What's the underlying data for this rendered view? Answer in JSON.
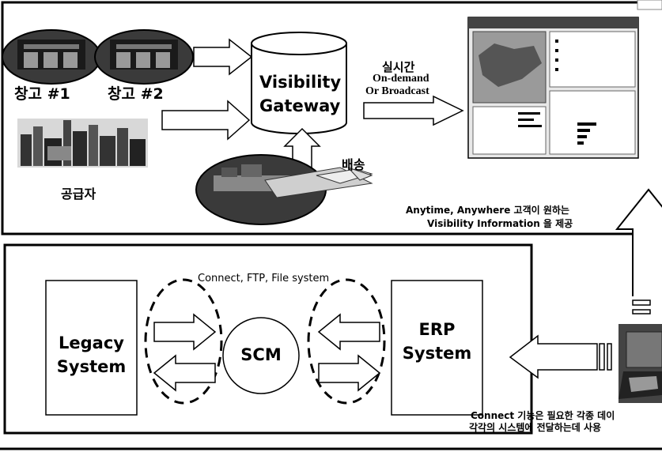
{
  "top_panel": {
    "warehouse_1": "창고 #1",
    "warehouse_2": "창고 #2",
    "supplier": "공급자",
    "gateway_line1": "Visibility",
    "gateway_line2": "Gateway",
    "realtime": "실시간",
    "on_demand": "On-demand",
    "or_broadcast": "Or Broadcast",
    "delivery": "배송",
    "caption_line1": "Anytime, Anywhere  고객이 원하는",
    "caption_line2": "Visibility Information 을 제공"
  },
  "bottom_panel": {
    "protocols": "Connect, FTP, File system",
    "legacy_line1": "Legacy",
    "legacy_line2": "System",
    "scm": "SCM",
    "erp_line1": "ERP",
    "erp_line2": "System",
    "connect_note_line1": "Connect 기능은 필요한 각종 데이",
    "connect_note_line2": "각각의 시스템에 전달하는데 사용"
  },
  "colors": {
    "stroke": "#000000",
    "background": "#ffffff",
    "photo_dark": "#2a2a2a",
    "photo_mid": "#6a6a6a",
    "photo_light": "#c8c8c8"
  }
}
